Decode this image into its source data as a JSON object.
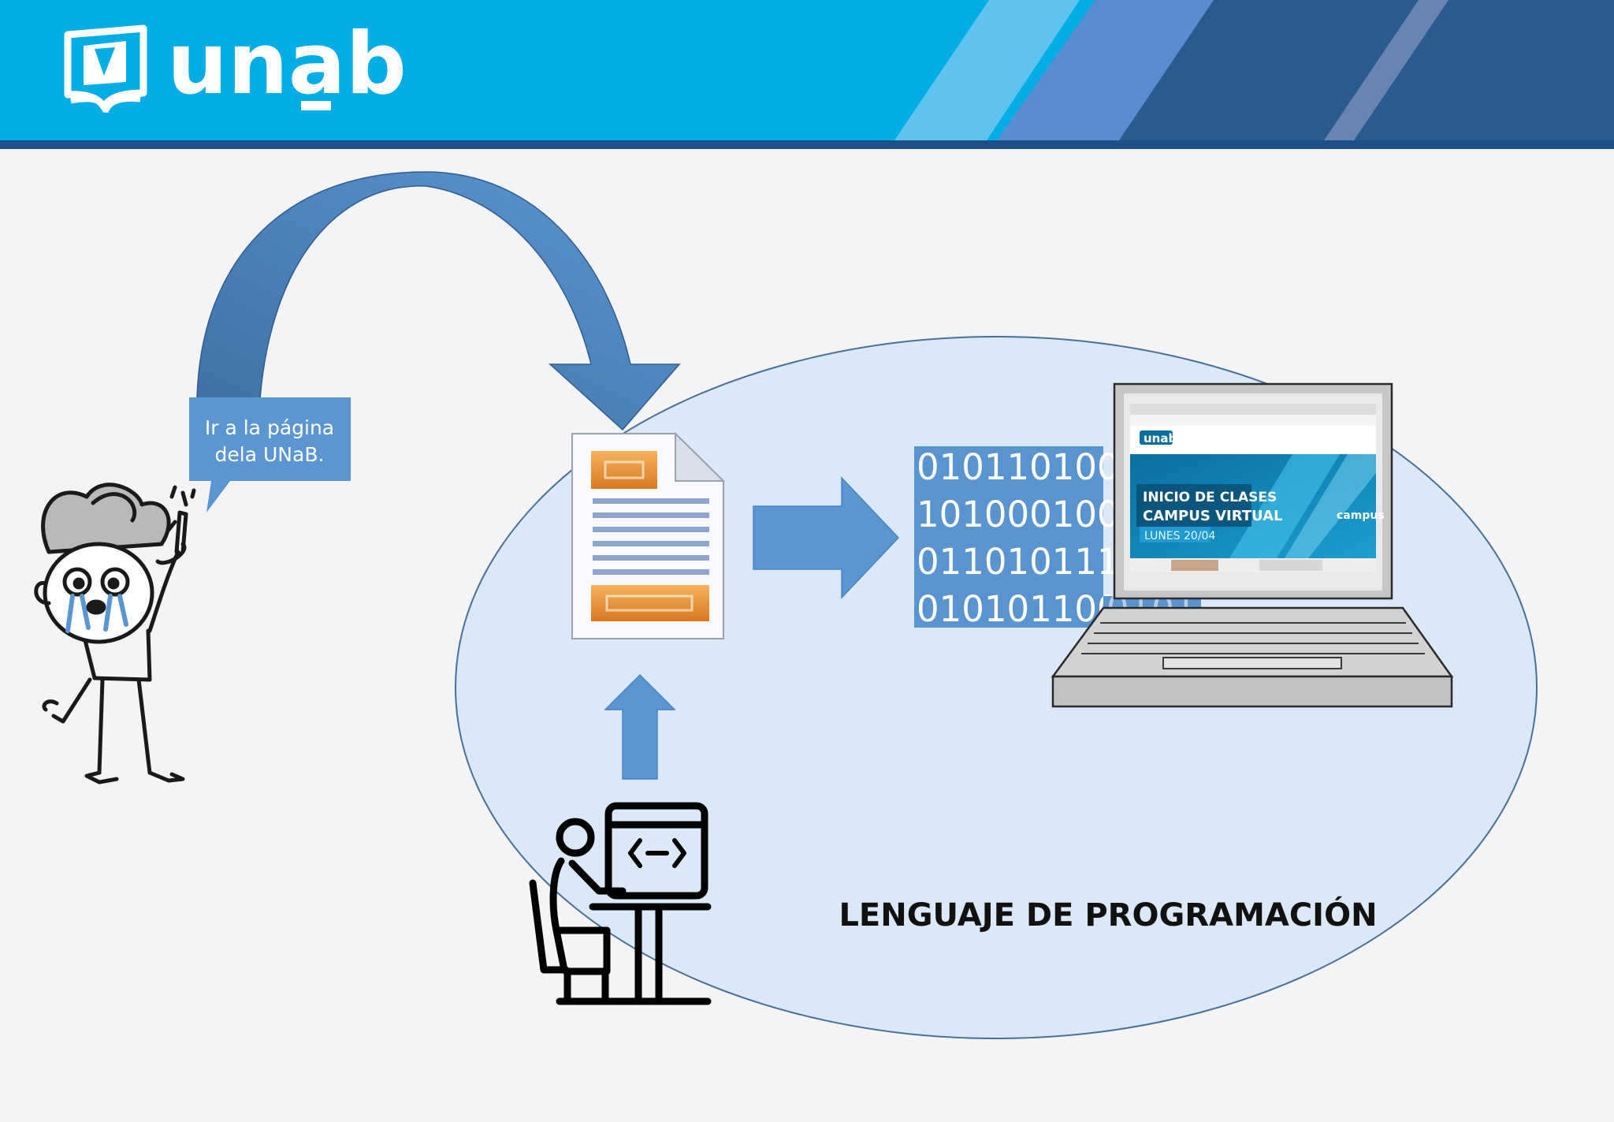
{
  "header": {
    "brand_text": "unab"
  },
  "speech_bubble": {
    "lines": [
      "Ir a la página",
      "dela UNaB."
    ]
  },
  "binary_block": {
    "lines": [
      "0101101001",
      "1010001000",
      "0110101110",
      "0101011001"
    ],
    "overflow_text": "0101"
  },
  "laptop_screen": {
    "site_logo_text": "unab",
    "banner_lines": [
      "INICIO DE CLASES",
      "CAMPUS VIRTUAL"
    ],
    "banner_date": "LUNES 20/04",
    "side_text": "campus"
  },
  "caption": "LENGUAJE DE PROGRAMACIÓN",
  "colors": {
    "header_blue": "#00ade6",
    "header_dark": "#2a5a8e",
    "header_bottom_bar": "#1e4f86",
    "arrow_blue": "#5b96d3",
    "arrow_dark": "#3f6fa3",
    "ellipse_fill": "#dbe8f7",
    "ellipse_stroke": "#4a6f9a",
    "binary_bg": "#5a94d0",
    "document_orange": "#e5922d",
    "document_lines": "#8ea5cf"
  },
  "icons": [
    "unab-logo-icon",
    "crying-person-icon",
    "document-icon",
    "programmer-at-computer-icon",
    "laptop-icon",
    "code-brackets-icon"
  ]
}
